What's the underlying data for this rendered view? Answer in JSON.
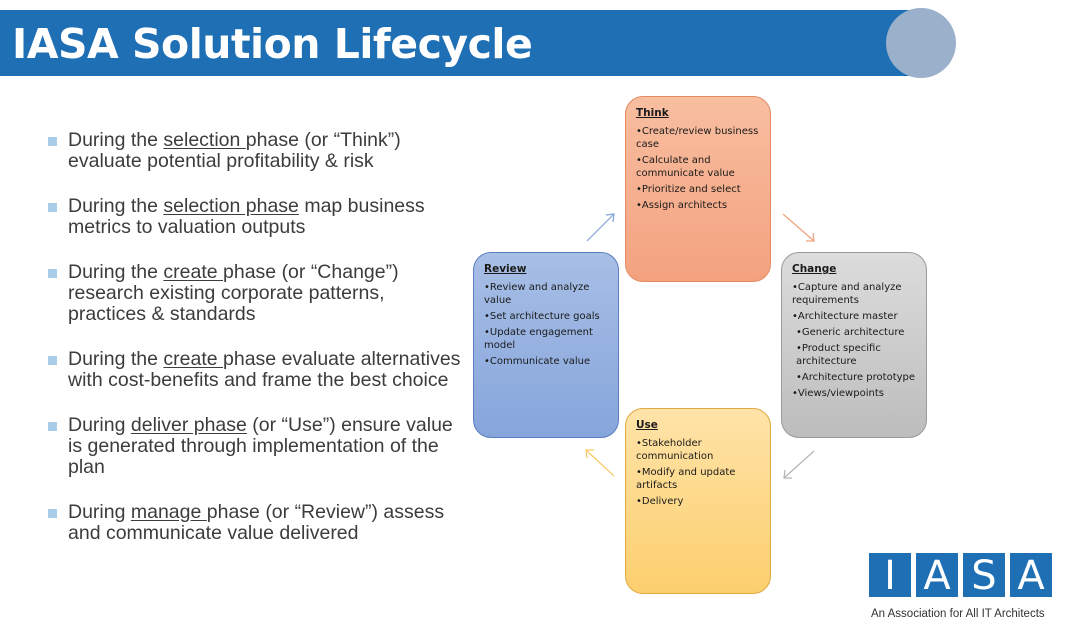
{
  "title": "IASA Solution Lifecycle",
  "bullets": [
    {
      "pre": "During the ",
      "u": "selection ",
      "post": "phase (or “Think”) evaluate potential profitability & risk"
    },
    {
      "pre": "During the ",
      "u": "selection phase",
      "post": " map business metrics to valuation outputs"
    },
    {
      "pre": "During the ",
      "u": "create ",
      "post": "phase (or “Change”) research existing corporate patterns, practices & standards"
    },
    {
      "pre": "During the ",
      "u": "create ",
      "post": "phase evaluate alternatives with cost-benefits and frame the best choice"
    },
    {
      "pre": "During ",
      "u": "deliver phase",
      "post": " (or “Use”) ensure value is generated through implementation of the plan"
    },
    {
      "pre": "During ",
      "u": "manage ",
      "post": "phase (or “Review”) assess and communicate value delivered"
    }
  ],
  "phases": {
    "think": {
      "title": "Think",
      "items": [
        "•Create/review business case",
        "•Calculate and communicate value",
        "•Prioritize and select",
        "•Assign architects"
      ]
    },
    "change": {
      "title": "Change",
      "items": [
        "•Capture and analyze requirements",
        "•Architecture master",
        "•Generic architecture",
        "•Product specific architecture",
        "•Architecture prototype",
        "•Views/viewpoints"
      ]
    },
    "use": {
      "title": "Use",
      "items": [
        "•Stakeholder communication",
        "•Modify and update artifacts",
        "•Delivery"
      ]
    },
    "review": {
      "title": "Review",
      "items": [
        "•Review and analyze value",
        "•Set architecture goals",
        "•Update engagement model",
        "•Communicate value"
      ]
    }
  },
  "logo": {
    "letters": [
      "I",
      "A",
      "S",
      "A"
    ],
    "tagline": "An Association for All IT Architects"
  },
  "colors": {
    "title_bar": "#1f6fb5",
    "think": "#f3a27f",
    "change": "#bdbdbd",
    "use": "#fccf6e",
    "review": "#86a5db"
  }
}
